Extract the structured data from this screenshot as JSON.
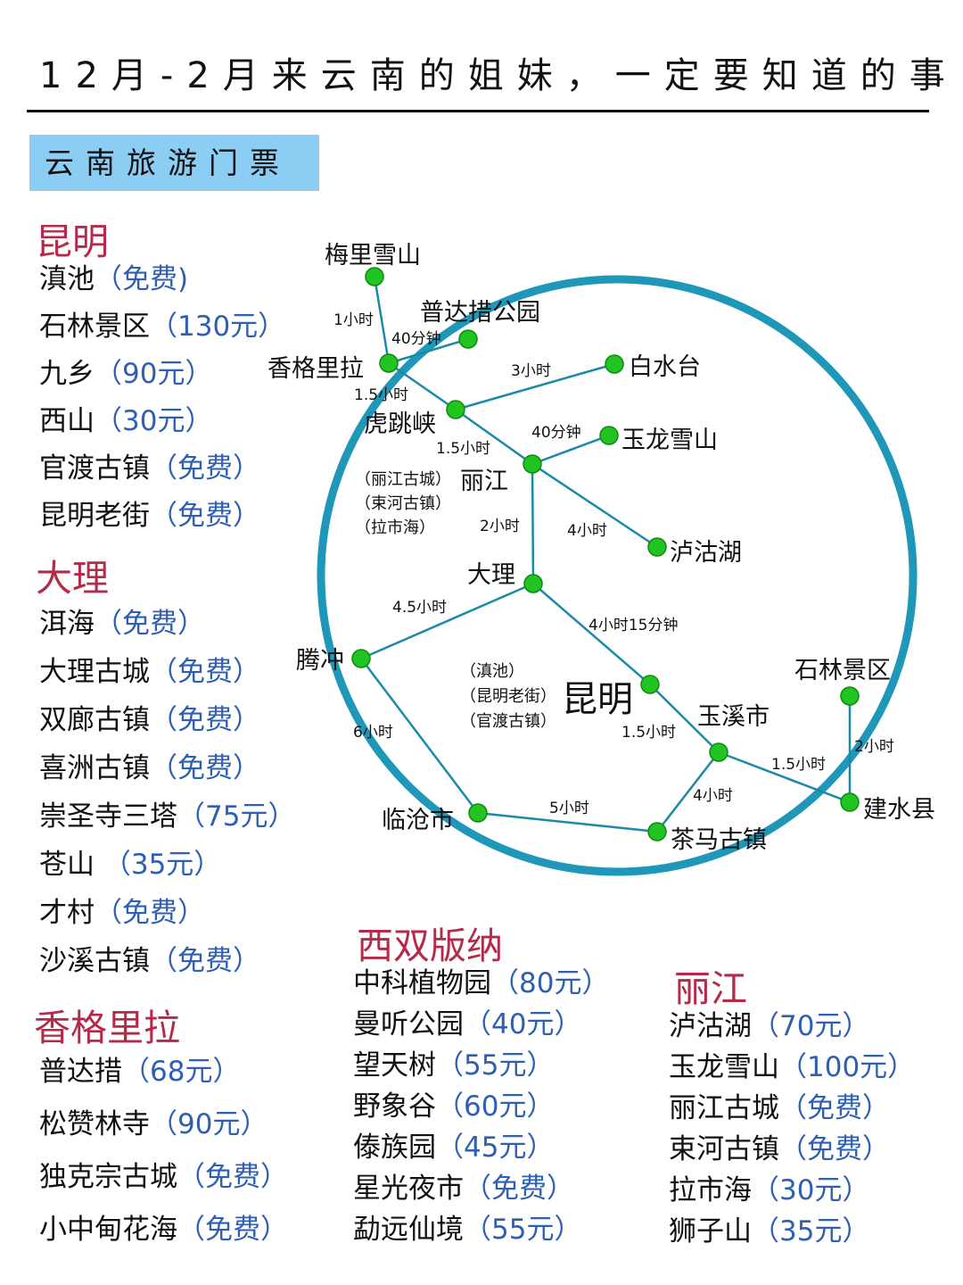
{
  "title": "12月-2月来云南的姐妹，一定要知道的事",
  "section_tag": "云南旅游门票",
  "colors": {
    "city_name": "#b52a48",
    "price": "#2e5fb3",
    "tag_bg": "#8ccdf4",
    "ring": "#1f97b8",
    "node": "#22c422",
    "edge": "#1b8aa8"
  },
  "ticket_groups": [
    {
      "city": "昆明",
      "spots": [
        {
          "name": "滇池",
          "price": "（免费)"
        },
        {
          "name": "石林景区",
          "price": "（130元）"
        },
        {
          "name": "九乡",
          "price": "（90元）"
        },
        {
          "name": "西山",
          "price": "（30元）"
        },
        {
          "name": "官渡古镇",
          "price": "（免费）"
        },
        {
          "name": "昆明老街",
          "price": "（免费）"
        }
      ]
    },
    {
      "city": "大理",
      "spots": [
        {
          "name": "洱海",
          "price": "（免费）"
        },
        {
          "name": "大理古城",
          "price": "（免费）"
        },
        {
          "name": "双廊古镇",
          "price": "（免费）"
        },
        {
          "name": "喜洲古镇",
          "price": "（免费）"
        },
        {
          "name": "崇圣寺三塔",
          "price": "（75元）"
        },
        {
          "name": "苍山",
          "price": " （35元）"
        },
        {
          "name": "才村",
          "price": "（免费）"
        },
        {
          "name": "沙溪古镇",
          "price": "（免费）"
        }
      ]
    },
    {
      "city": "香格里拉",
      "spots": [
        {
          "name": "普达措",
          "price": "（68元）"
        },
        {
          "name": "松赞林寺",
          "price": "（90元）"
        },
        {
          "name": "独克宗古城",
          "price": "（免费）"
        },
        {
          "name": "小中甸花海",
          "price": "（免费）"
        }
      ]
    },
    {
      "city": "西双版纳",
      "spots": [
        {
          "name": "中科植物园",
          "price": "（80元）"
        },
        {
          "name": "曼听公园",
          "price": "（40元）"
        },
        {
          "name": "望天树",
          "price": "（55元）"
        },
        {
          "name": "野象谷",
          "price": "（60元）"
        },
        {
          "name": "傣族园",
          "price": "（45元）"
        },
        {
          "name": "星光夜市",
          "price": "（免费）"
        },
        {
          "name": "勐远仙境",
          "price": "（55元）"
        }
      ]
    },
    {
      "city": "丽江",
      "spots": [
        {
          "name": "泸沽湖",
          "price": "（70元）"
        },
        {
          "name": "玉龙雪山",
          "price": "（100元）"
        },
        {
          "name": "丽江古城",
          "price": "（免费）"
        },
        {
          "name": "束河古镇",
          "price": "（免费）"
        },
        {
          "name": "拉市海",
          "price": "（30元）"
        },
        {
          "name": "狮子山",
          "price": "（35元）"
        }
      ]
    }
  ],
  "route_map": {
    "nodes": [
      {
        "id": "meili",
        "label": "梅里雪山"
      },
      {
        "id": "pudacuo",
        "label": "普达措公园"
      },
      {
        "id": "xianggelila",
        "label": "香格里拉"
      },
      {
        "id": "baishuitai",
        "label": "白水台"
      },
      {
        "id": "hutiaoxia",
        "label": "虎跳峡"
      },
      {
        "id": "yulong",
        "label": "玉龙雪山"
      },
      {
        "id": "lijiang",
        "label": "丽江"
      },
      {
        "id": "luguhu",
        "label": "泸沽湖"
      },
      {
        "id": "dali",
        "label": "大理"
      },
      {
        "id": "tengchong",
        "label": "腾冲"
      },
      {
        "id": "kunming",
        "label": "昆明"
      },
      {
        "id": "yuxi",
        "label": "玉溪市"
      },
      {
        "id": "shilin",
        "label": "石林景区"
      },
      {
        "id": "jianshui",
        "label": "建水县"
      },
      {
        "id": "lincang",
        "label": "临沧市"
      },
      {
        "id": "chamagu",
        "label": "茶马古镇"
      }
    ],
    "edges": [
      {
        "from": "meili",
        "to": "xianggelila",
        "time": "1小时"
      },
      {
        "from": "xianggelila",
        "to": "pudacuo",
        "time": "40分钟"
      },
      {
        "from": "xianggelila",
        "to": "hutiaoxia",
        "time": "1.5小时"
      },
      {
        "from": "hutiaoxia",
        "to": "baishuitai",
        "time": "3小时"
      },
      {
        "from": "hutiaoxia",
        "to": "lijiang",
        "time": "1.5小时"
      },
      {
        "from": "lijiang",
        "to": "yulong",
        "time": "40分钟"
      },
      {
        "from": "lijiang",
        "to": "luguhu",
        "time": "4小时"
      },
      {
        "from": "lijiang",
        "to": "dali",
        "time": "2小时"
      },
      {
        "from": "dali",
        "to": "tengchong",
        "time": "4.5小时"
      },
      {
        "from": "dali",
        "to": "kunming",
        "time": "4小时15分钟"
      },
      {
        "from": "kunming",
        "to": "yuxi",
        "time": "1.5小时"
      },
      {
        "from": "yuxi",
        "to": "jianshui",
        "time": "1.5小时"
      },
      {
        "from": "shilin",
        "to": "jianshui",
        "time": "2小时"
      },
      {
        "from": "yuxi",
        "to": "chamagu",
        "time": "4小时"
      },
      {
        "from": "tengchong",
        "to": "lincang",
        "time": "6小时"
      },
      {
        "from": "lincang",
        "to": "chamagu",
        "time": "5小时"
      }
    ],
    "notes": {
      "lijiang": [
        "（丽江古城）",
        "（束河古镇）",
        "（拉市海）"
      ],
      "kunming": [
        "（滇池）",
        "（昆明老街）",
        "（官渡古镇）"
      ]
    }
  }
}
